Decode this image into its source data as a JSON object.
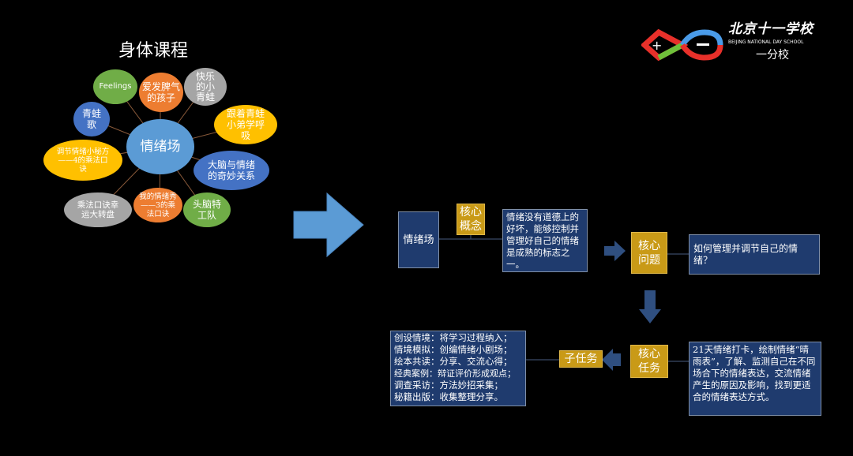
{
  "title": "身体课程",
  "mindmap": {
    "center": "情绪场",
    "nodes": [
      "Feelings",
      "爱发脾气的孩子",
      "快乐的小青蛙",
      "青蛙歌",
      "跟着青蛙小弟学呼吸",
      "调节情绪小秘方——4的乘法口诀",
      "大脑与情绪的奇妙关系",
      "乘法口诀幸运大转盘",
      "我的情绪秀——3的乘法口诀",
      "头脑特工队"
    ]
  },
  "logo": {
    "cn": "北京十一学校",
    "en": "BEIJING NATIONAL DAY SCHOOL",
    "branch": "一分校"
  },
  "flow": {
    "topic": "情绪场",
    "concept_label": "核心概念",
    "concept_text": "情绪没有道德上的好坏，能够控制并管理好自己的情绪是成熟的标志之一。",
    "question_label": "核心问题",
    "question_text": "如何管理并调节自己的情绪？",
    "task_label": "核心任务",
    "task_text": "21天情绪打卡，绘制情绪“晴雨表”，了解、监测自己在不同场合下的情绪表达，交流情绪产生的原因及影响，找到更适合的情绪表达方式。",
    "subtask_label": "子任务",
    "subtasks": [
      "创设情境：将学习过程纳入；",
      "情境模拟：创编情绪小剧场；",
      "绘本共读：分享、交流心得；",
      "经典案例：辩证评价形成观点；",
      "调查采访：方法妙招采集；",
      "秘籍出版：收集整理分享。"
    ]
  },
  "colors": {
    "blue": "#5b9bd5",
    "navy": "#1f3b6e",
    "gold": "#c99a17"
  }
}
